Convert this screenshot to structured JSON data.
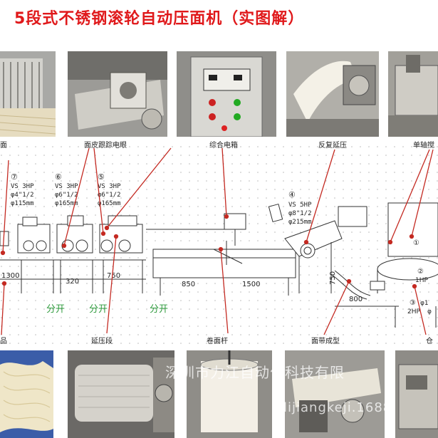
{
  "title": "5段式不锈钢滚轮自动压面机（实图解）",
  "captions": {
    "photo_a": "面",
    "photo_b": "面皮跟踪电眼",
    "photo_c": "综合电箱",
    "photo_d": "反复延压",
    "photo_e": "单轴搅"
  },
  "stations": [
    {
      "num": "⑦",
      "model": "VS 3HP",
      "dia": "φ4\"1/2",
      "mm": "φ115mm"
    },
    {
      "num": "⑥",
      "model": "VS 3HP",
      "dia": "φ6\"1/2",
      "mm": "φ165mm"
    },
    {
      "num": "⑤",
      "model": "VS 3HP",
      "dia": "φ6\"1/2",
      "mm": "φ165mm"
    },
    {
      "num": "④",
      "model": "VS 5HP",
      "dia": "φ8\"1/2",
      "mm": "φ215mm"
    }
  ],
  "mixer": {
    "circ1": "①",
    "circ2": "②",
    "circ3": "③",
    "hp1": "1HP",
    "hp2": "2HP",
    "frag1": "φ1",
    "frag2": "φ"
  },
  "dimensions": [
    "1300",
    "320",
    "750",
    "850",
    "1500",
    "750",
    "800"
  ],
  "split_labels": [
    "分开",
    "分开",
    "分开"
  ],
  "bottom_labels": {
    "left": "品",
    "yanya": "延压段",
    "juanmian": "卷面杆",
    "miandai": "面带成型",
    "right": "仓"
  },
  "watermark": {
    "line1": "深圳市力江自动化科技有限",
    "line2": "lijiangkeji.1688."
  },
  "colors": {
    "title": "#e0191b",
    "leader": "#c42a22",
    "split": "#2e9a3c",
    "frame": "#333333"
  }
}
